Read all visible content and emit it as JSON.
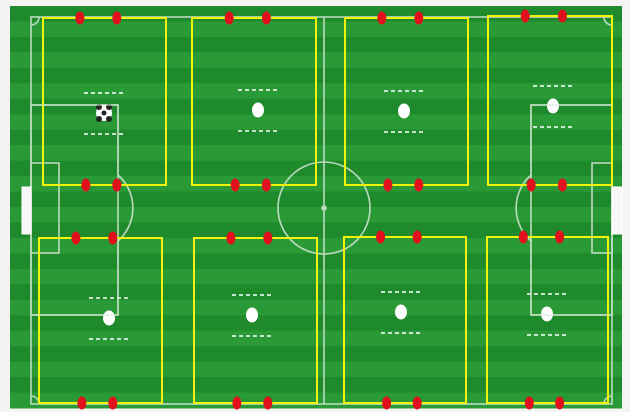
{
  "pitch": {
    "stripe_colors": [
      "#1f8a2c",
      "#2a9a36"
    ],
    "line_color": "#d8e8d8",
    "zone_color": "#f2f20a",
    "cone_color": "#e0101c",
    "ball_color": "#ffffff",
    "border_color": "#f4f4f4"
  },
  "zones": [
    {
      "id": "zone-1",
      "ball": "ball-patterned-icon"
    },
    {
      "id": "zone-2",
      "ball": "ball-icon"
    },
    {
      "id": "zone-3",
      "ball": "ball-icon"
    },
    {
      "id": "zone-4",
      "ball": "ball-icon"
    },
    {
      "id": "zone-5",
      "ball": "ball-icon"
    },
    {
      "id": "zone-6",
      "ball": "ball-icon"
    },
    {
      "id": "zone-7",
      "ball": "ball-icon"
    },
    {
      "id": "zone-8",
      "ball": "ball-icon"
    }
  ]
}
